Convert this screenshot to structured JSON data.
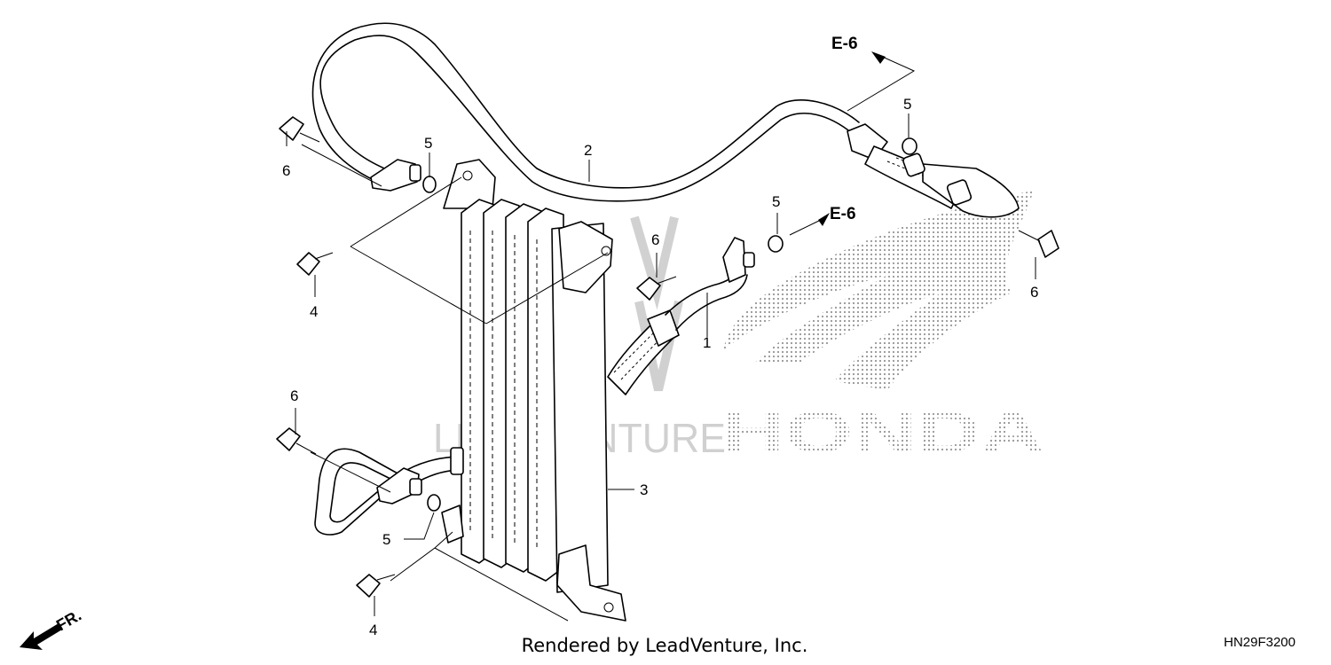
{
  "diagram": {
    "reference_callouts": {
      "e6_top": "E-6",
      "e6_mid": "E-6"
    },
    "parts": {
      "p1": "1",
      "p2": "2",
      "p3": "3",
      "p4_upper": "4",
      "p4_lower": "4",
      "p5_top_left": "5",
      "p5_top_right": "5",
      "p5_mid_right": "5",
      "p5_bottom": "5",
      "p6_top_left": "6",
      "p6_right": "6",
      "p6_mid": "6",
      "p6_left_lower": "6"
    },
    "front_indicator": "FR.",
    "footer_credit": "Rendered by LeadVenture, Inc.",
    "diagram_code": "HN29F3200",
    "watermarks": {
      "brand": "HONDA",
      "dealer": "LEADVENTURE"
    }
  },
  "colors": {
    "line": "#000000",
    "background": "#ffffff",
    "watermark": "#9a9a9a"
  }
}
